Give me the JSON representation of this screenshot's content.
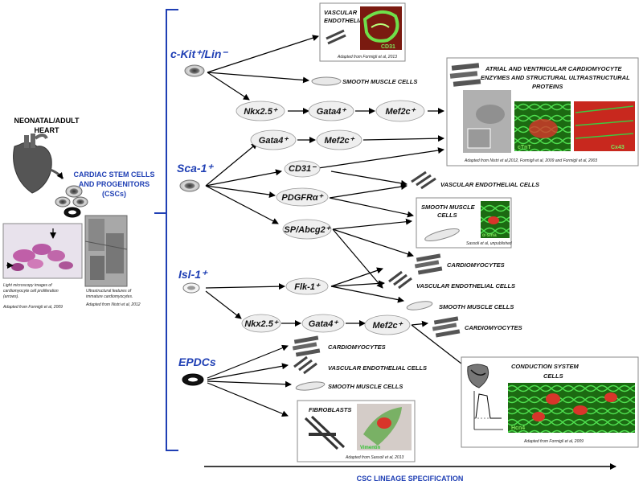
{
  "heart_title_1": "NEONATAL/ADULT",
  "heart_title_2": "HEART",
  "csc_title_1": "CARDIAC STEM CELLS",
  "csc_title_2": "AND PROGENITORS",
  "csc_title_3": "(CSCs)",
  "light_cap_1": "Light microscopy images of",
  "light_cap_2": "cardiomyocyte cell proliferation",
  "light_cap_3": "(arrows).",
  "light_cap_4": "Adapted from Formigli et al, 2009",
  "ultra_cap_1": "Ultrastructural features of",
  "ultra_cap_2": "immature cardiomyocytes.",
  "ultra_cap_3": "Adapted from Nistri et al, 2012",
  "groups": {
    "ckit": "c-Kit⁺/Lin⁻",
    "sca1": "Sca-1⁺",
    "isl1": "Isl-1⁺",
    "epdcs": "EPDCs"
  },
  "nodes": {
    "nkx_a": "Nkx2.5⁺",
    "gata4_a": "Gata4⁺",
    "mef2c_a": "Mef2c⁺",
    "gata4_b": "Gata4⁺",
    "mef2c_b": "Mef2c⁺",
    "cd31": "CD31⁻",
    "pdgfra": "PDGFRα⁺",
    "sp": "SP/Abcg2⁺",
    "flk1": "Flk-1⁺",
    "nkx_c": "Nkx2.5⁺",
    "gata4_c": "Gata4⁺",
    "mef2c_c": "Mef2c⁺"
  },
  "outputs": {
    "vasc_box_1": "VASCULAR",
    "vasc_box_2": "ENDOTHELIAL CELLS",
    "vasc_box_micro": "CD31",
    "vasc_box_cap": "Adapted from Formigli et al, 2013",
    "smc_1": "SMOOTH MUSCLE CELLS",
    "atrial_1": "ATRIAL AND VENTRICULAR CARDIOMYOCYTE",
    "atrial_2": "ENZYMES AND STRUCTURAL ULTRASTRUCTURAL",
    "atrial_3": "PROTEINS",
    "ctnt": "cTnT",
    "cx43": "Cx43",
    "atrial_cap": "Adapted from Nistri et al,2012, Formigli et al, 2009 and Formigli et al, 2003",
    "vec_1": "VASCULAR ENDOTHELIAL CELLS",
    "smc_box_1": "SMOOTH MUSCLE",
    "smc_box_2": "CELLS",
    "asma": "α-sma",
    "smc_box_cap": "Sassoli et al, unpublished",
    "cm_1": "CARDIOMYOCYTES",
    "vec_2": "VASCULAR ENDOTHELIAL CELLS",
    "smc_2": "SMOOTH MUSCLE  CELLS",
    "cm_2": "CARDIOMYOCYTES",
    "cm_3": "CARDIOMYOCYTES",
    "vec_3": "VASCULAR  ENDOTHELIAL  CELLS",
    "smc_3": "SMOOTH MUSCLE CELLS",
    "cond_1": "CONDUCTION SYSTEM",
    "cond_2": "CELLS",
    "hcn4": "Hcn4",
    "cond_cap": "Adapted from Formigli et al, 2009",
    "fib": "FIBROBLASTS",
    "vim": "Vimentin",
    "fib_cap": "Adapted from Sassoli et al, 2013"
  },
  "axis_label": "CSC LINEAGE SPECIFICATION",
  "colors": {
    "accent_blue": "#1f3fb4",
    "green": "#2ec02e",
    "red": "#d8352a"
  }
}
